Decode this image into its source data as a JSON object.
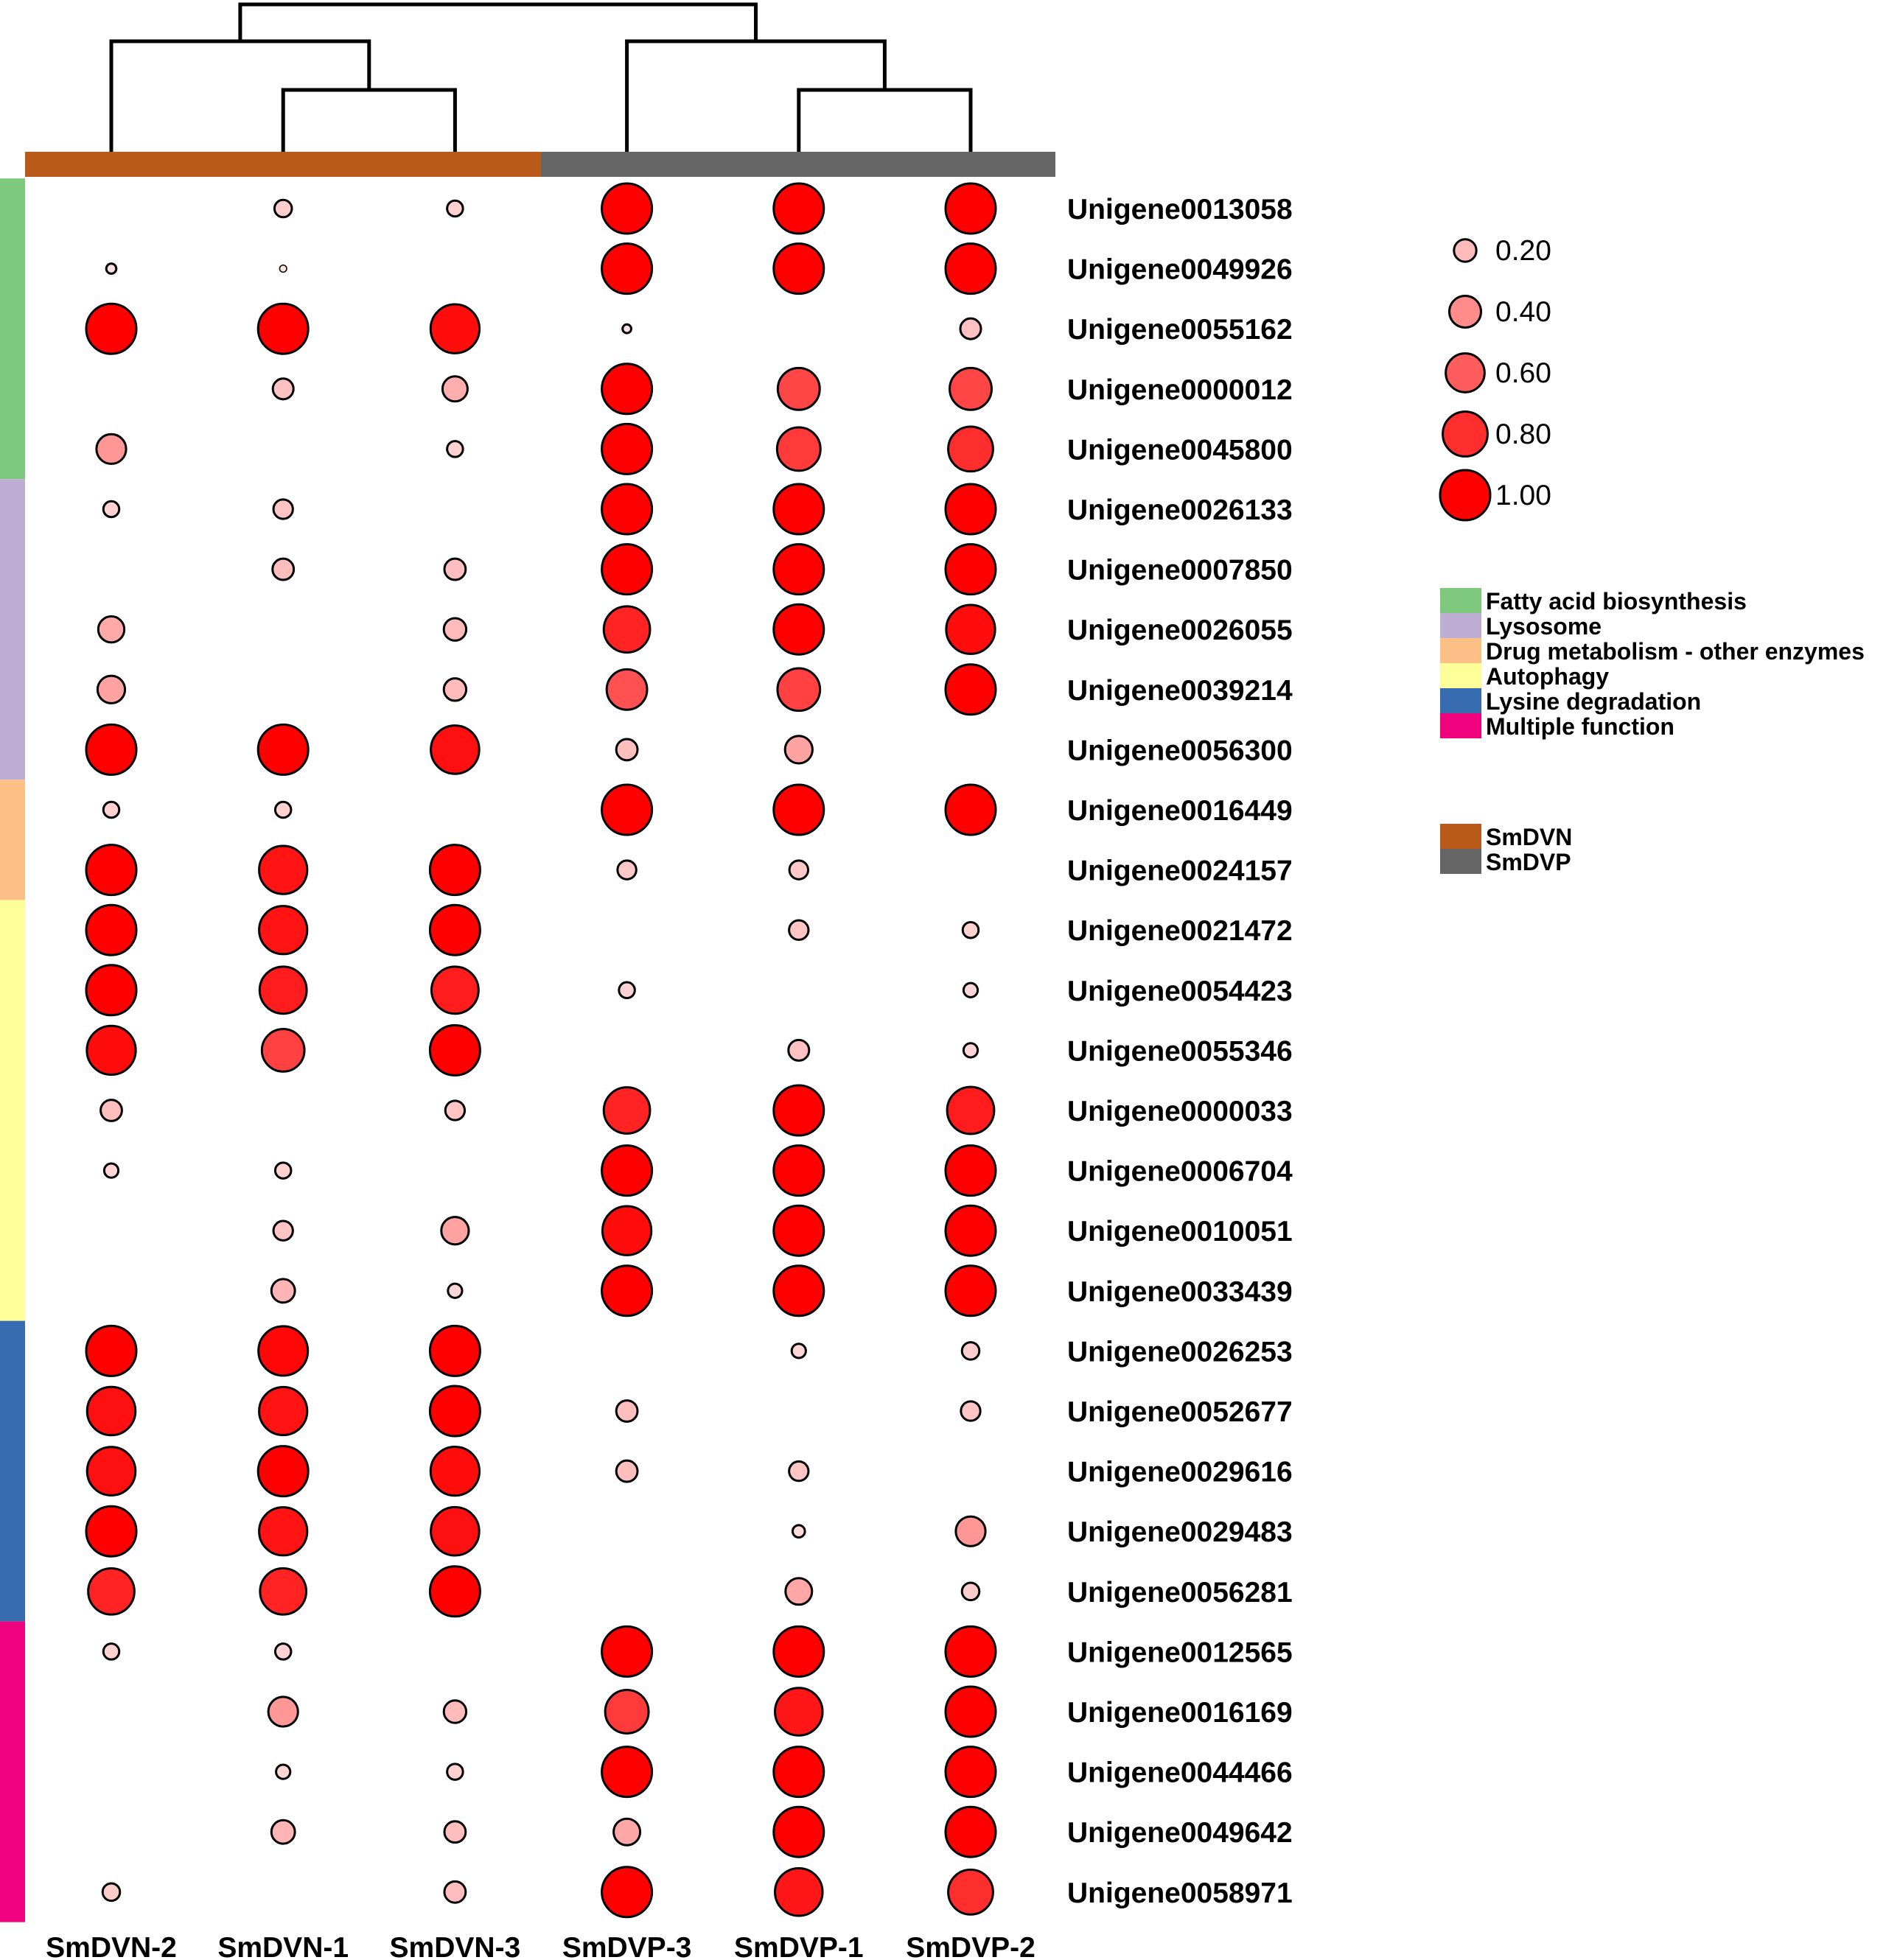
{
  "chart_data": {
    "type": "bubble-heatmap",
    "columns": [
      "SmDVN-2",
      "SmDVN-1",
      "SmDVN-3",
      "SmDVP-3",
      "SmDVP-1",
      "SmDVP-2"
    ],
    "column_groups": [
      {
        "name": "SmDVN",
        "color": "#BA5A1A",
        "columns": [
          "SmDVN-2",
          "SmDVN-1",
          "SmDVN-3"
        ]
      },
      {
        "name": "SmDVP",
        "color": "#666666",
        "columns": [
          "SmDVP-3",
          "SmDVP-1",
          "SmDVP-2"
        ]
      }
    ],
    "row_groups": [
      {
        "name": "Fatty acid biosynthesis",
        "color": "#7FC97F",
        "rows": 5
      },
      {
        "name": "Lysosome",
        "color": "#BEAED4",
        "rows": 5
      },
      {
        "name": "Drug metabolism - other enzymes",
        "color": "#FDC086",
        "rows": 2
      },
      {
        "name": "Autophagy",
        "color": "#FFFF99",
        "rows": 7
      },
      {
        "name": "Lysine degradation",
        "color": "#386CB0",
        "rows": 5
      },
      {
        "name": "Multiple function",
        "color": "#F0027F",
        "rows": 5
      }
    ],
    "rows": [
      {
        "gene": "Unigene0013058",
        "values": [
          0,
          0.12,
          0.1,
          1.0,
          1.0,
          1.0
        ]
      },
      {
        "gene": "Unigene0049926",
        "values": [
          0.04,
          0.02,
          0,
          1.0,
          1.0,
          1.0
        ]
      },
      {
        "gene": "Unigene0055162",
        "values": [
          1.0,
          1.0,
          0.95,
          0.03,
          0,
          0.17
        ]
      },
      {
        "gene": "Unigene0000012",
        "values": [
          0,
          0.17,
          0.25,
          1.0,
          0.7,
          0.7
        ]
      },
      {
        "gene": "Unigene0045800",
        "values": [
          0.35,
          0,
          0.1,
          1.0,
          0.75,
          0.8
        ]
      },
      {
        "gene": "Unigene0026133",
        "values": [
          0.1,
          0.15,
          0,
          1.0,
          1.0,
          1.0
        ]
      },
      {
        "gene": "Unigene0007850",
        "values": [
          0,
          0.18,
          0.18,
          1.0,
          1.0,
          1.0
        ]
      },
      {
        "gene": "Unigene0026055",
        "values": [
          0.27,
          0,
          0.2,
          0.85,
          1.0,
          0.95
        ]
      },
      {
        "gene": "Unigene0039214",
        "values": [
          0.3,
          0,
          0.2,
          0.65,
          0.72,
          1.0
        ]
      },
      {
        "gene": "Unigene0056300",
        "values": [
          1.0,
          1.0,
          0.93,
          0.18,
          0.3,
          0
        ]
      },
      {
        "gene": "Unigene0016449",
        "values": [
          0.1,
          0.1,
          0,
          1.0,
          1.0,
          1.0
        ]
      },
      {
        "gene": "Unigene0024157",
        "values": [
          1.0,
          0.92,
          1.0,
          0.14,
          0.14,
          0
        ]
      },
      {
        "gene": "Unigene0021472",
        "values": [
          1.0,
          0.92,
          1.0,
          0,
          0.15,
          0.1
        ]
      },
      {
        "gene": "Unigene0054423",
        "values": [
          1.0,
          0.88,
          0.88,
          0.1,
          0,
          0.08
        ]
      },
      {
        "gene": "Unigene0055346",
        "values": [
          0.95,
          0.72,
          1.0,
          0,
          0.17,
          0.08
        ]
      },
      {
        "gene": "Unigene0000033",
        "values": [
          0.18,
          0,
          0.15,
          0.85,
          1.0,
          0.88
        ]
      },
      {
        "gene": "Unigene0006704",
        "values": [
          0.08,
          0.1,
          0,
          1.0,
          1.0,
          1.0
        ]
      },
      {
        "gene": "Unigene0010051",
        "values": [
          0,
          0.15,
          0.3,
          0.95,
          1.0,
          1.0
        ]
      },
      {
        "gene": "Unigene0033439",
        "values": [
          0,
          0.22,
          0.08,
          1.0,
          1.0,
          1.0
        ]
      },
      {
        "gene": "Unigene0026253",
        "values": [
          1.0,
          0.97,
          1.0,
          0,
          0.08,
          0.12
        ]
      },
      {
        "gene": "Unigene0052677",
        "values": [
          0.93,
          0.92,
          1.0,
          0.18,
          0,
          0.15
        ]
      },
      {
        "gene": "Unigene0029616",
        "values": [
          0.93,
          1.0,
          0.95,
          0.18,
          0.15,
          0
        ]
      },
      {
        "gene": "Unigene0029483",
        "values": [
          1.0,
          0.92,
          0.93,
          0,
          0.06,
          0.35
        ]
      },
      {
        "gene": "Unigene0056281",
        "values": [
          0.85,
          0.85,
          1.0,
          0,
          0.28,
          0.12
        ]
      },
      {
        "gene": "Unigene0012565",
        "values": [
          0.1,
          0.1,
          0,
          1.0,
          1.0,
          1.0
        ]
      },
      {
        "gene": "Unigene0016169",
        "values": [
          0,
          0.35,
          0.2,
          0.75,
          0.9,
          1.0
        ]
      },
      {
        "gene": "Unigene0044466",
        "values": [
          0,
          0.08,
          0.1,
          1.0,
          1.0,
          1.0
        ]
      },
      {
        "gene": "Unigene0049642",
        "values": [
          0,
          0.22,
          0.18,
          0.28,
          1.0,
          1.0
        ]
      },
      {
        "gene": "Unigene0058971",
        "values": [
          0.12,
          0,
          0.18,
          1.0,
          0.9,
          0.8
        ]
      }
    ],
    "size_legend": [
      {
        "label": "0.20",
        "value": 0.2
      },
      {
        "label": "0.40",
        "value": 0.4
      },
      {
        "label": "0.60",
        "value": 0.6
      },
      {
        "label": "0.80",
        "value": 0.8
      },
      {
        "label": "1.00",
        "value": 1.0
      }
    ],
    "column_dendrogram": [
      {
        "id": "a",
        "children": [
          "SmDVN-1",
          "SmDVN-3"
        ],
        "height": 0.42
      },
      {
        "id": "b",
        "children": [
          "SmDVN-2",
          "a"
        ],
        "height": 0.75
      },
      {
        "id": "c",
        "children": [
          "SmDVP-1",
          "SmDVP-2"
        ],
        "height": 0.42
      },
      {
        "id": "d",
        "children": [
          "SmDVP-3",
          "c"
        ],
        "height": 0.75
      },
      {
        "id": "root",
        "children": [
          "b",
          "d"
        ],
        "height": 1.0
      }
    ],
    "colors": {
      "low": "#FFE8E8",
      "high": "#FF0000",
      "stroke": "#000000"
    }
  }
}
